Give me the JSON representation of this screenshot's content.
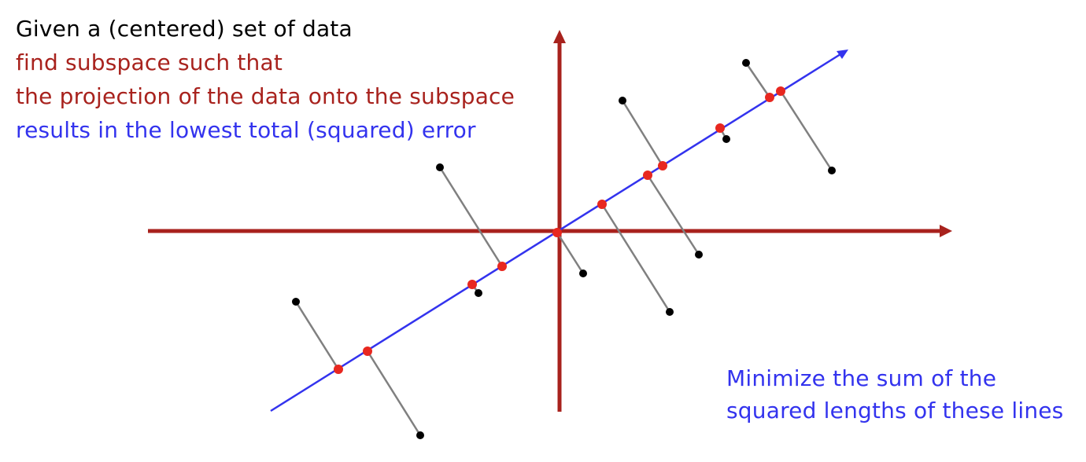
{
  "text": {
    "line1": "Given a (centered) set of data",
    "line2": "find subspace such that",
    "line3": "the projection of the data onto the subspace",
    "line4": "results in the lowest total (squared) error",
    "note1": "Minimize the sum of the",
    "note2": "squared lengths of these lines"
  },
  "colors": {
    "axes": "#a8221d",
    "subspace_line": "#3333ee",
    "residual_lines": "#808080",
    "data_points": "#000000",
    "projections": "#e8271f"
  },
  "icons": {
    "axis_arrow": "arrowhead",
    "subspace_arrow": "arrowhead"
  }
}
